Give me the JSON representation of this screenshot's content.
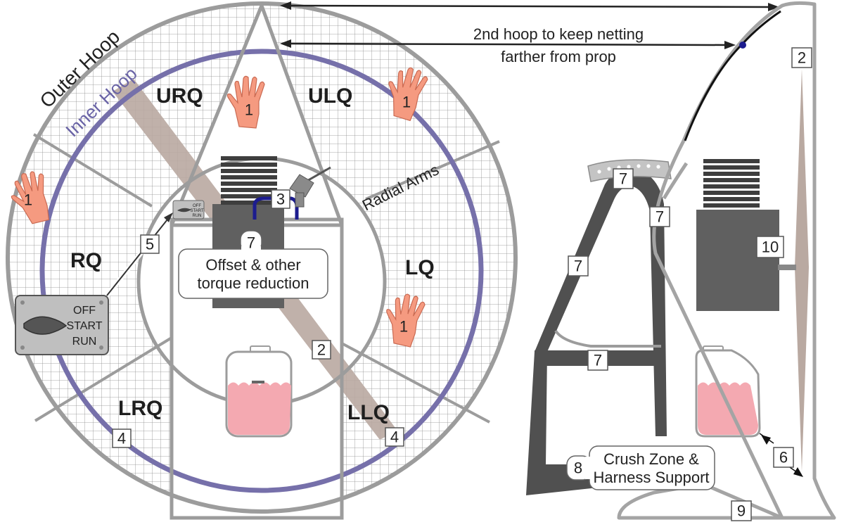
{
  "hoops": {
    "outer": "Outer Hoop",
    "inner": "Inner Hoop"
  },
  "quadrants": {
    "urq": "URQ",
    "ulq": "ULQ",
    "rq": "RQ",
    "lq": "LQ",
    "lrq": "LRQ",
    "llq": "LLQ"
  },
  "labels": {
    "radial_arms": "Radial Arms",
    "second_hoop_line1": "2nd hoop to keep netting",
    "second_hoop_line2": "farther from prop",
    "offset_line1": "Offset & other",
    "offset_line2": "torque reduction",
    "crush_line1": "Crush Zone &",
    "crush_line2": "Harness Support"
  },
  "switch": {
    "off": "OFF",
    "start": "START",
    "run": "RUN"
  },
  "markers": {
    "hand": "1",
    "prop": "2",
    "throttle": "3",
    "hoop_joint": "4",
    "switch": "5",
    "clearance": "6",
    "frame": "7",
    "crush": "8",
    "base": "9",
    "engine": "10"
  },
  "colors": {
    "frame_gray": "#9c9c9c",
    "inner_hoop": "#7670aa",
    "hand": "#f59a80",
    "tank_fuel": "#f4a9b1",
    "prop": "#b9a9a1",
    "cage": "#555555"
  }
}
